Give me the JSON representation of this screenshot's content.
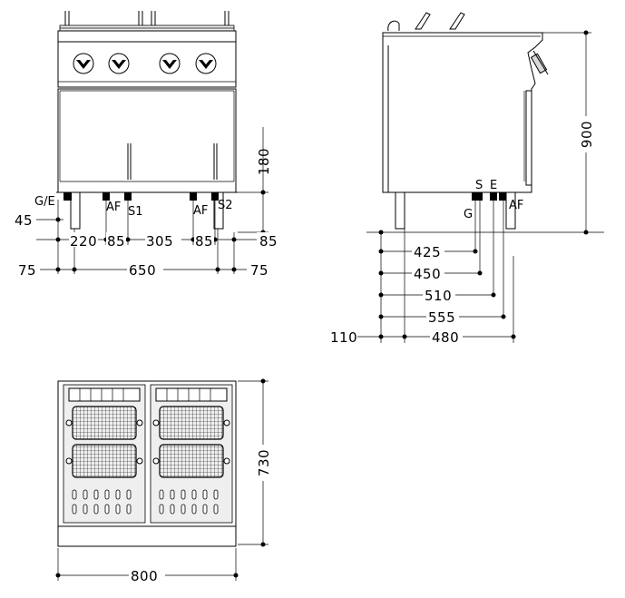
{
  "front_view": {
    "connections": [
      "G/E",
      "AF",
      "S1",
      "AF",
      "S2"
    ],
    "dims": {
      "height": "180",
      "left_offset": "45",
      "row1": [
        "220",
        "85",
        "305",
        "85",
        "85"
      ],
      "row2": [
        "75",
        "650",
        "75"
      ]
    }
  },
  "side_view": {
    "connections": [
      "S",
      "E",
      "G",
      "AF"
    ],
    "dims": {
      "height": "900",
      "depths": [
        "425",
        "450",
        "510",
        "555"
      ],
      "bottom": [
        "110",
        "480"
      ]
    }
  },
  "top_view": {
    "dims": {
      "depth": "730",
      "width": "800"
    }
  }
}
